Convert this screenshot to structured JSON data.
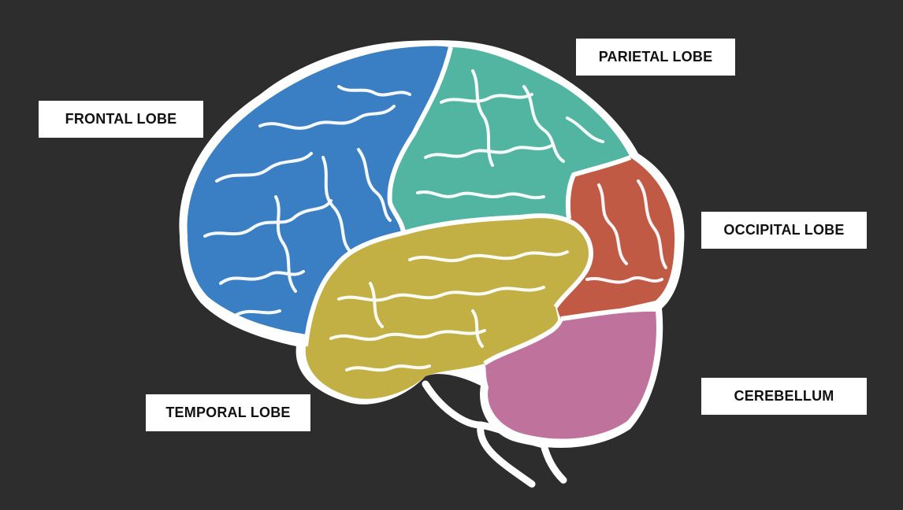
{
  "diagram": {
    "labels": {
      "frontal": "FRONTAL LOBE",
      "parietal": "PARIETAL LOBE",
      "occipital": "OCCIPITAL LOBE",
      "temporal": "TEMPORAL LOBE",
      "cerebellum": "CEREBELLUM"
    },
    "colors": {
      "background": "#2d2d2d",
      "outline": "#ffffff",
      "frontal": "#3a7fc4",
      "parietal": "#52b5a2",
      "occipital": "#c15a45",
      "temporal": "#c2b044",
      "cerebellum": "#bf729c"
    }
  }
}
